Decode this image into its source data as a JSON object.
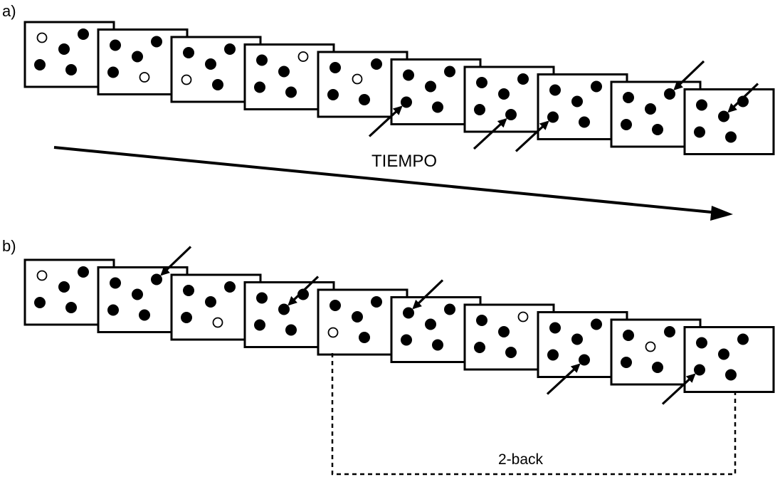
{
  "panel_a": {
    "label": "a)",
    "frames": [
      {
        "name": "frame-a1",
        "open_dot": "top-left"
      },
      {
        "name": "frame-a2",
        "open_dot": "bottom-right"
      },
      {
        "name": "frame-a3",
        "open_dot": "bottom-left"
      },
      {
        "name": "frame-a4",
        "open_dot": "top-right"
      },
      {
        "name": "frame-a5",
        "open_dot": "center"
      },
      {
        "name": "frame-a6",
        "open_dot": null,
        "arrow": "into-bottom-left"
      },
      {
        "name": "frame-a7",
        "open_dot": null,
        "arrow": "into-bottom-right"
      },
      {
        "name": "frame-a8",
        "open_dot": null,
        "arrow": "into-bottom-left"
      },
      {
        "name": "frame-a9",
        "open_dot": null,
        "arrow": "into-top-right"
      },
      {
        "name": "frame-a10",
        "open_dot": null,
        "arrow": "into-center"
      }
    ]
  },
  "time_axis": {
    "label": "TIEMPO"
  },
  "panel_b": {
    "label": "b)",
    "frames": [
      {
        "name": "frame-b1",
        "open_dot": "top-left"
      },
      {
        "name": "frame-b2",
        "open_dot": null,
        "arrow": "into-top-right"
      },
      {
        "name": "frame-b3",
        "open_dot": "bottom-right"
      },
      {
        "name": "frame-b4",
        "open_dot": null,
        "arrow": "into-center"
      },
      {
        "name": "frame-b5",
        "open_dot": "bottom-left"
      },
      {
        "name": "frame-b6",
        "open_dot": null,
        "arrow": "into-top-left"
      },
      {
        "name": "frame-b7",
        "open_dot": "top-right"
      },
      {
        "name": "frame-b8",
        "open_dot": null,
        "arrow": "into-bottom-right"
      },
      {
        "name": "frame-b9",
        "open_dot": "center"
      },
      {
        "name": "frame-b10",
        "open_dot": null,
        "arrow": "into-bottom-left"
      }
    ],
    "bracket_label": "2-back"
  }
}
